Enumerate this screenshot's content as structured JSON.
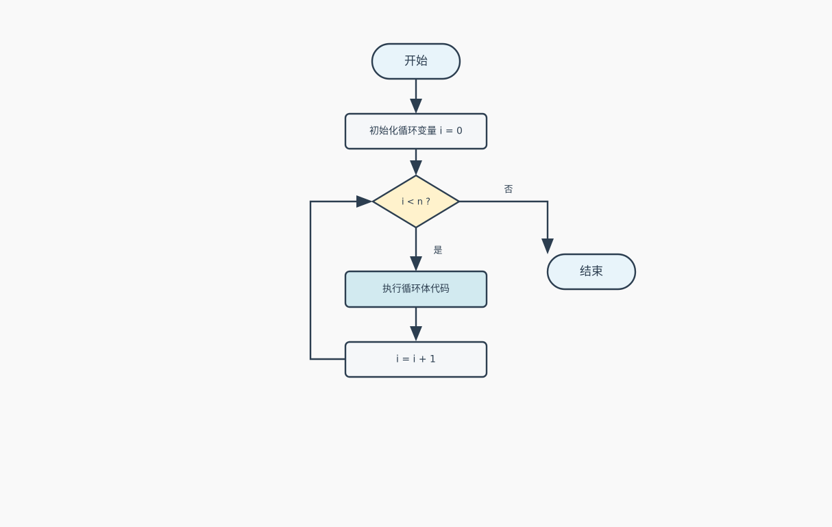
{
  "flowchart": {
    "nodes": {
      "start": {
        "label": "开始",
        "shape": "terminal",
        "fill": "#e8f4fa"
      },
      "init": {
        "label": "初始化循环变量 i = 0",
        "shape": "process",
        "fill": "#f5f7f9"
      },
      "condition": {
        "label": "i < n ?",
        "shape": "decision",
        "fill": "#fff2cc"
      },
      "body": {
        "label": "执行循环体代码",
        "shape": "process",
        "fill": "#d2eaf0"
      },
      "increment": {
        "label": "i = i + 1",
        "shape": "process",
        "fill": "#f5f7f9"
      },
      "end": {
        "label": "结束",
        "shape": "terminal",
        "fill": "#e8f4fa"
      }
    },
    "edges": [
      {
        "from": "start",
        "to": "init",
        "label": ""
      },
      {
        "from": "init",
        "to": "condition",
        "label": ""
      },
      {
        "from": "condition",
        "to": "body",
        "label": "是"
      },
      {
        "from": "condition",
        "to": "end",
        "label": "否"
      },
      {
        "from": "body",
        "to": "increment",
        "label": ""
      },
      {
        "from": "increment",
        "to": "condition",
        "label": ""
      }
    ],
    "colors": {
      "stroke": "#2c3e50",
      "background": "#f9f9f9"
    }
  }
}
